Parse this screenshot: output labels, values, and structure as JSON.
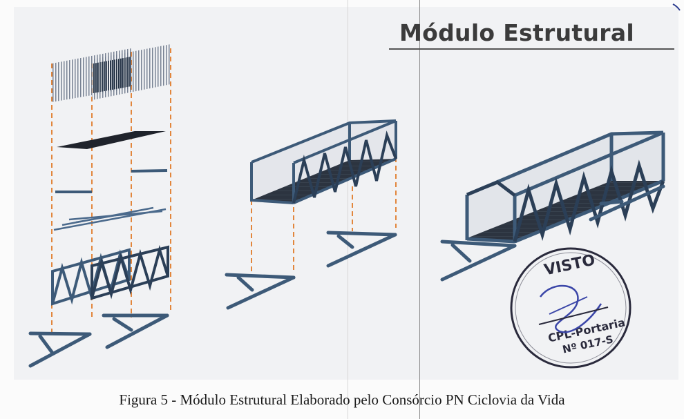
{
  "figure": {
    "title": "Módulo Estrutural",
    "caption": "Figura 5 - Módulo Estrutural Elaborado pelo Consórcio PN Ciclovia da Vida"
  },
  "stamp": {
    "line1": "VISTO",
    "line2": "CPL-Portaria",
    "line3": "Nº 017-S",
    "ink_color": "#2a2a3c"
  },
  "colors": {
    "steel": "#3d5a78",
    "steel_dark": "#2b3f57",
    "guide_line": "#e07a28",
    "deck": "#2a2f38"
  }
}
